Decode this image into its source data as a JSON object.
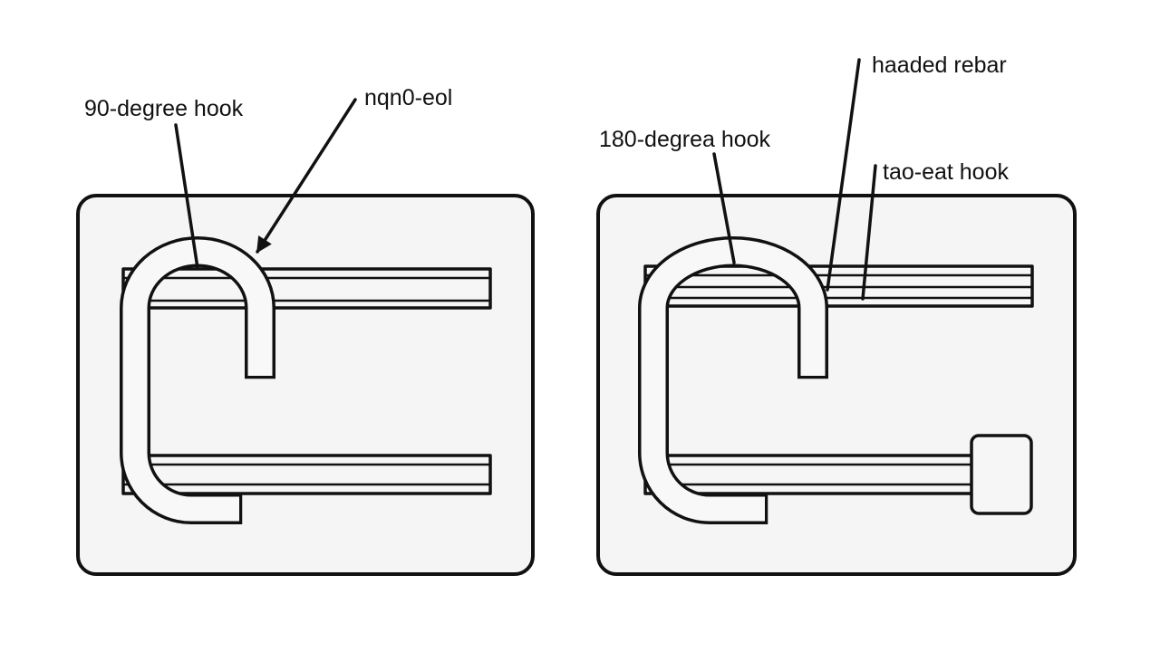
{
  "labels": {
    "hook_90": "90-degree hook",
    "anchor_text": "nqn0-eol",
    "hook_180": "180-degrea hook",
    "headed_rebar": "haaded rebar",
    "top_hook": "tao-eat hook"
  },
  "colors": {
    "line": "#111111",
    "panel_fill": "#f5f5f5",
    "background": "#ffffff"
  }
}
